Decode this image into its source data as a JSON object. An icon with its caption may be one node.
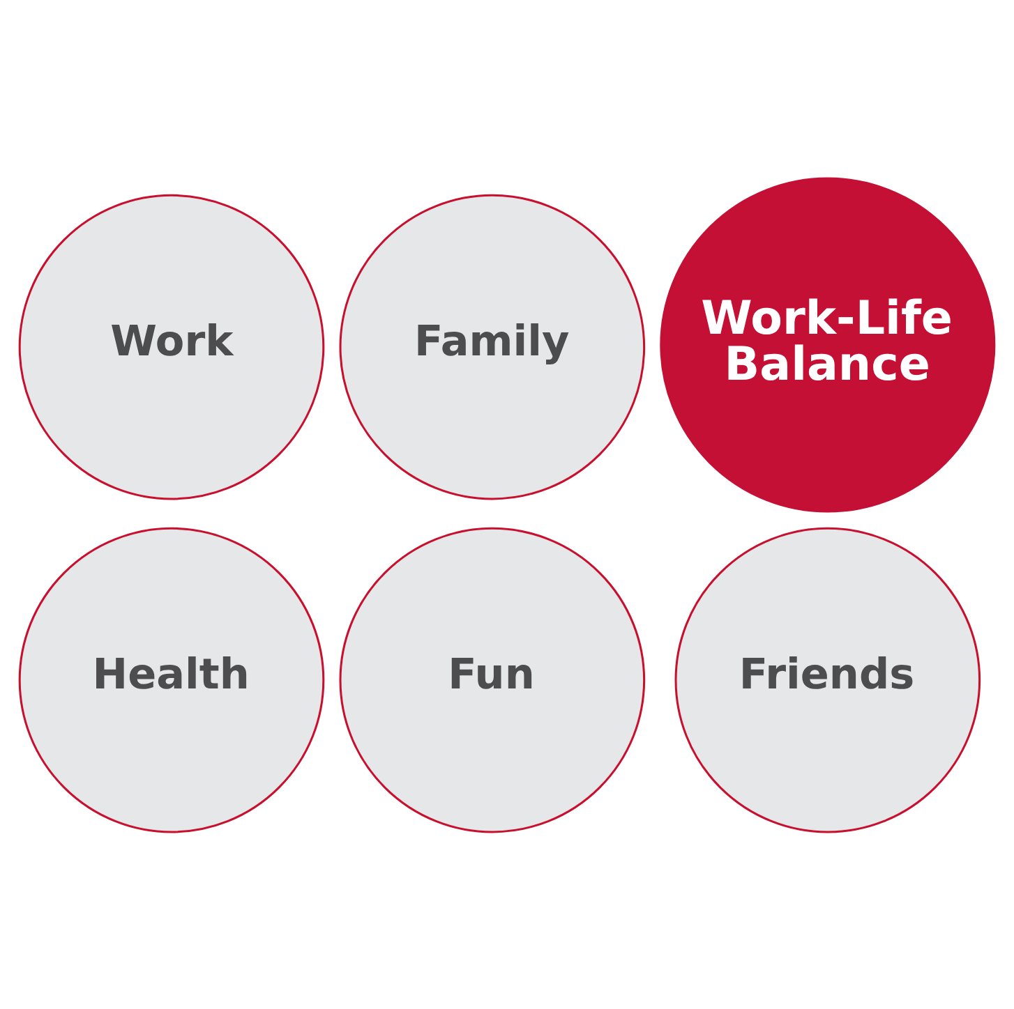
{
  "diagram": {
    "nodes": [
      {
        "text": [
          "Work"
        ]
      },
      {
        "text": [
          "Family"
        ]
      },
      {
        "text": [
          "Work-Life Balance"
        ]
      },
      {
        "text": [
          "Health"
        ]
      },
      {
        "text": [
          "Fun"
        ]
      },
      {
        "text": [
          "Friends"
        ]
      }
    ]
  }
}
